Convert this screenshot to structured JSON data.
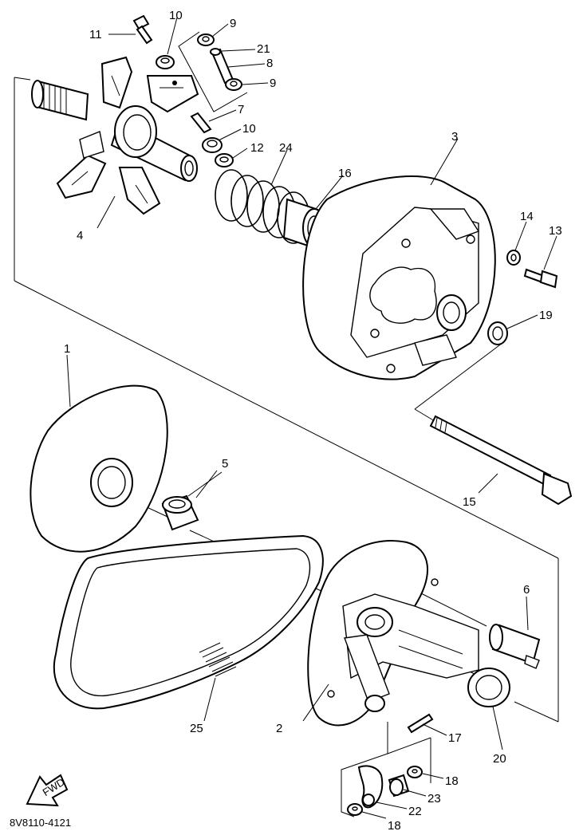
{
  "diagram": {
    "code": "8V8110-4121",
    "fwd_label": "FWD",
    "callouts": [
      {
        "id": "1",
        "label": "1"
      },
      {
        "id": "2",
        "label": "2"
      },
      {
        "id": "3",
        "label": "3"
      },
      {
        "id": "4",
        "label": "4"
      },
      {
        "id": "5",
        "label": "5"
      },
      {
        "id": "6",
        "label": "6"
      },
      {
        "id": "7",
        "label": "7"
      },
      {
        "id": "8",
        "label": "8"
      },
      {
        "id": "9a",
        "label": "9"
      },
      {
        "id": "9b",
        "label": "9"
      },
      {
        "id": "10a",
        "label": "10"
      },
      {
        "id": "10b",
        "label": "10"
      },
      {
        "id": "11",
        "label": "11"
      },
      {
        "id": "12",
        "label": "12"
      },
      {
        "id": "13",
        "label": "13"
      },
      {
        "id": "14",
        "label": "14"
      },
      {
        "id": "15",
        "label": "15"
      },
      {
        "id": "16",
        "label": "16"
      },
      {
        "id": "17",
        "label": "17"
      },
      {
        "id": "18a",
        "label": "18"
      },
      {
        "id": "18b",
        "label": "18"
      },
      {
        "id": "19",
        "label": "19"
      },
      {
        "id": "20",
        "label": "20"
      },
      {
        "id": "21",
        "label": "21"
      },
      {
        "id": "22",
        "label": "22"
      },
      {
        "id": "23",
        "label": "23"
      },
      {
        "id": "24",
        "label": "24"
      },
      {
        "id": "25",
        "label": "25"
      }
    ]
  }
}
